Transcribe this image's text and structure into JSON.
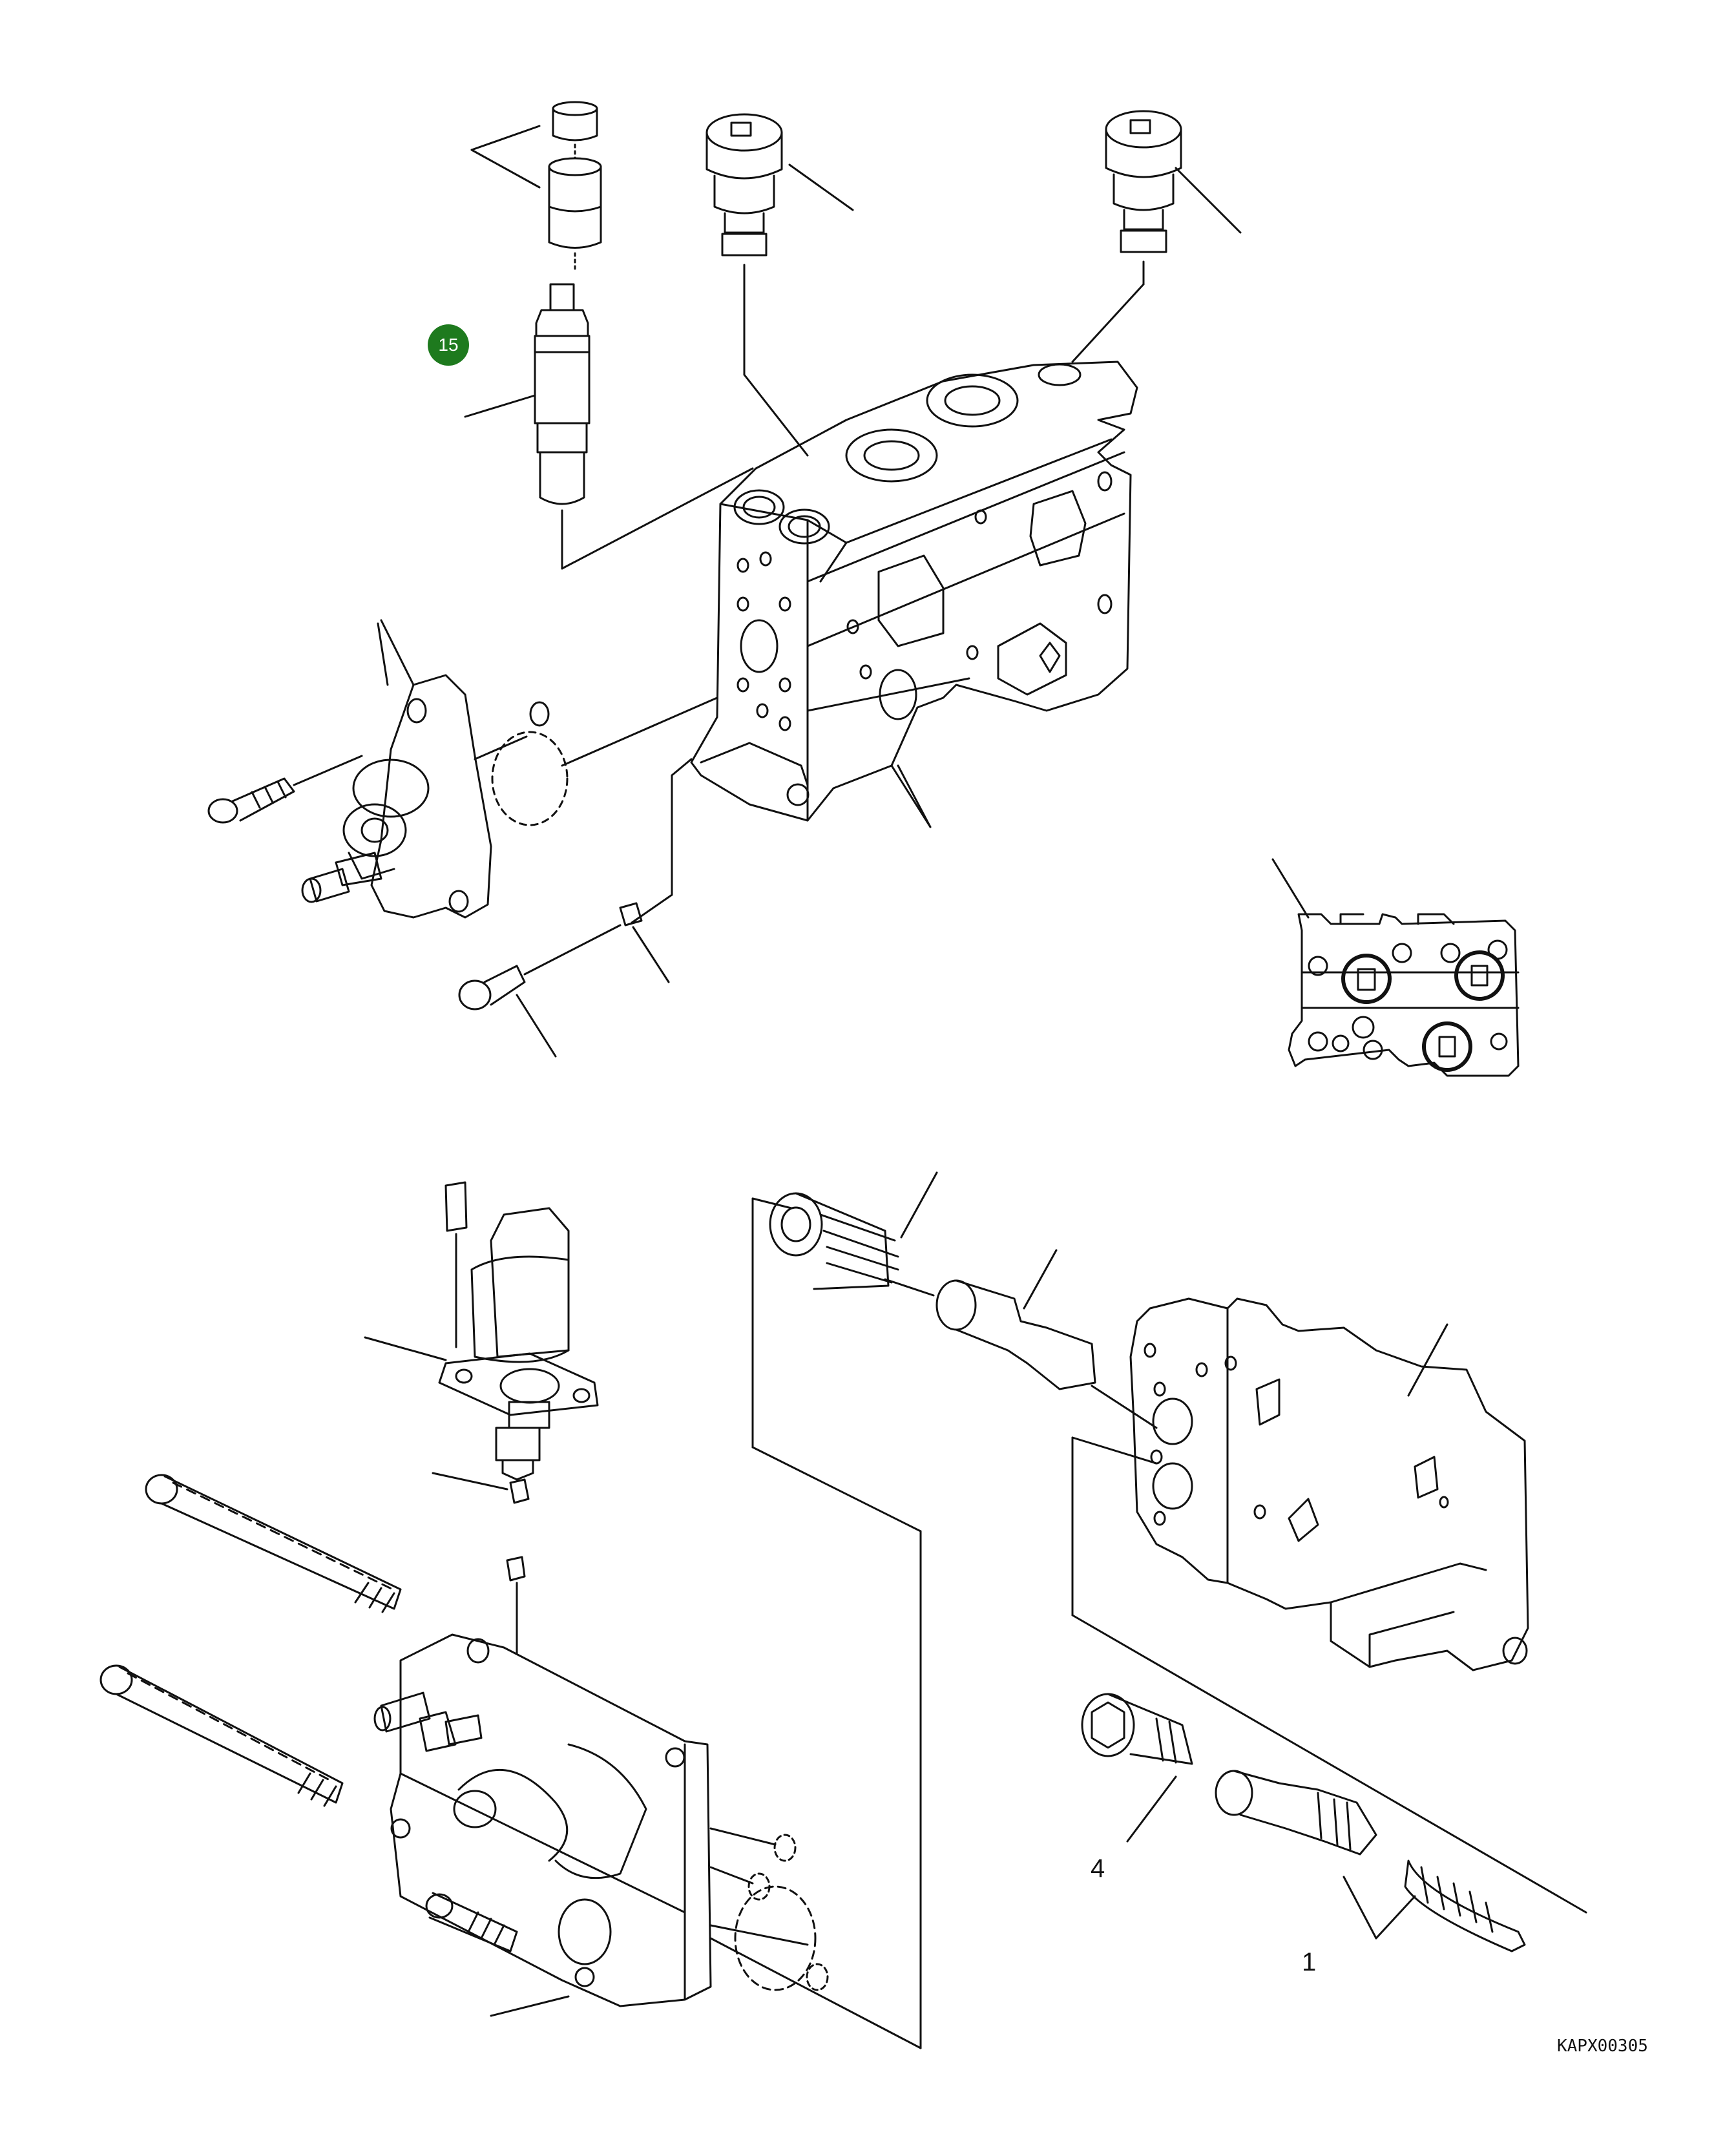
{
  "callout_badge": {
    "number": "15",
    "color": "#1e7a1e"
  },
  "labels": {
    "item_4": "4",
    "item_1": "1"
  },
  "reference_code": "KAPX00305",
  "colors": {
    "line": "#111111",
    "background": "#ffffff"
  }
}
